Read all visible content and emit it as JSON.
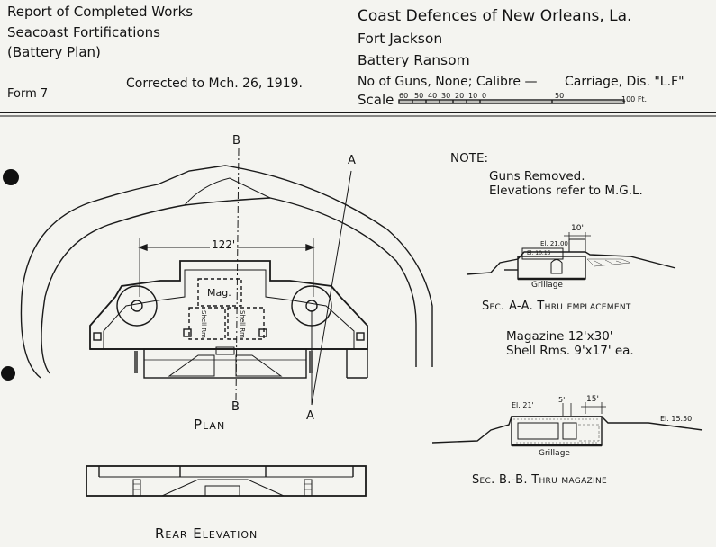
{
  "header": {
    "left": [
      "Report of Completed Works",
      "Seacoast Fortifications",
      "(Battery Plan)"
    ],
    "form": "Form 7",
    "corrected": "Corrected to Mch. 26, 1919.",
    "right_title": "Coast Defences of New Orleans, La.",
    "fort": "Fort Jackson",
    "battery": "Battery Ransom",
    "guns_line": "No of Guns, None; Calibre —",
    "carriage": "Carriage, Dis. \"L.F\"",
    "scale_label": "Scale",
    "scale_ticks": [
      "60",
      "50",
      "40",
      "30",
      "20",
      "10",
      "0",
      "50",
      "100 Ft."
    ]
  },
  "plan": {
    "label_b_top": "B",
    "label_a_top": "A",
    "label_b_bottom": "B",
    "label_a_bottom": "A",
    "dimension": "122'",
    "mag": "Mag.",
    "shell1": "Shell Rm.",
    "shell2": "Shell Rm.",
    "caption": "Plan"
  },
  "note": {
    "heading": "NOTE:",
    "lines": [
      "Guns Removed.",
      "Elevations refer to M.G.L."
    ]
  },
  "section_a": {
    "dim": "10'",
    "el1": "El. 21.00",
    "el2": "El. 10.15",
    "grillage": "Grillage",
    "caption": "Sec. A-A. Thru emplacement"
  },
  "sizes": {
    "magazine": "Magazine 12'x30'",
    "shell": "Shell Rms. 9'x17' ea."
  },
  "section_b": {
    "el_left": "El. 21'",
    "dim_small": "5'",
    "dim": "15'",
    "el_right": "El. 15.50",
    "grillage": "Grillage",
    "caption": "Sec. B.-B. Thru magazine"
  },
  "rear": {
    "caption": "Rear Elevation"
  }
}
